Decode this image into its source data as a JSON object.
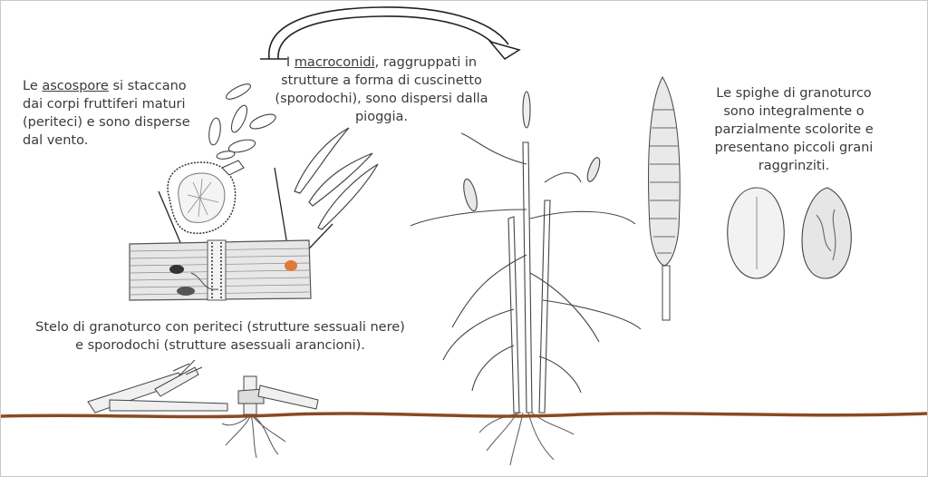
{
  "ascospores": {
    "before": "Le ",
    "term": "ascospore",
    "after_line1": " si staccano",
    "line2": "dai corpi fruttiferi maturi",
    "line3": "(periteci) e sono disperse",
    "line4": "dal vento."
  },
  "macroconidia": {
    "before": "I ",
    "term": "macroconidi",
    "after_line1": ", raggruppati in",
    "line2": "strutture a forma di cuscinetto",
    "line3": "(sporodochi), sono dispersi dalla",
    "line4": "pioggia."
  },
  "ears": {
    "line1": "Le spighe di granoturco",
    "line2": "sono integralmente o",
    "line3": "parzialmente scolorite e",
    "line4": "presentano piccoli grani",
    "line5": "raggrinziti."
  },
  "stem": {
    "line1": "Stelo di granoturco con periteci (strutture sessuali nere)",
    "line2": "e sporodochi (strutture asessuali arancioni)."
  },
  "colors": {
    "soil": "#8a4a22",
    "sporodochium": "#e0783a",
    "text": "#3a3a3a"
  }
}
